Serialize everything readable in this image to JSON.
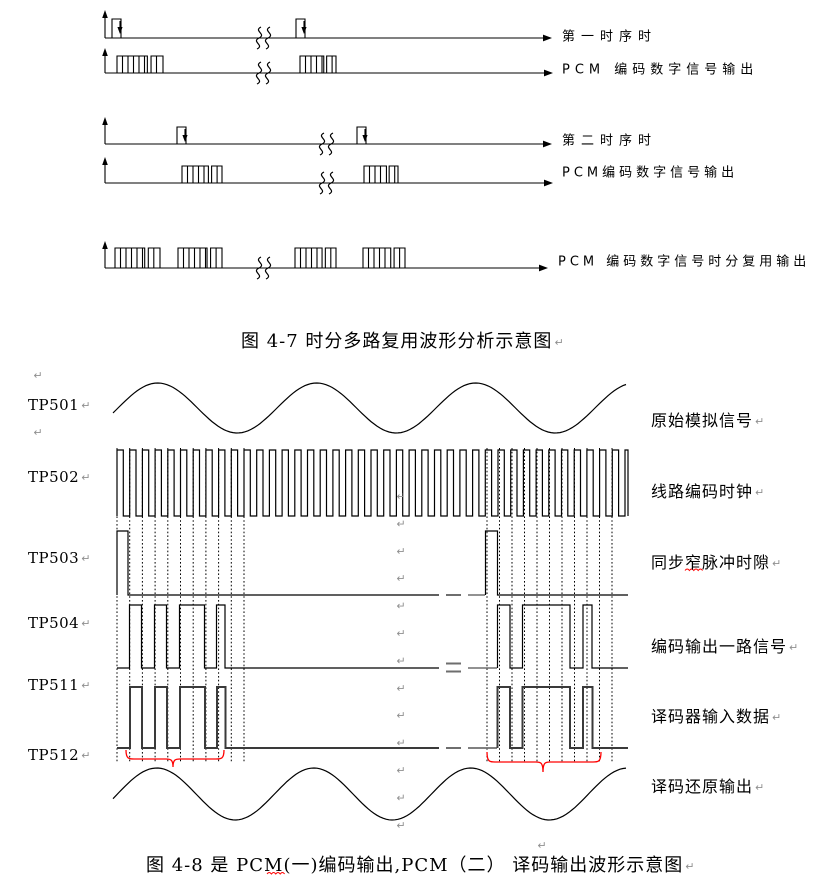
{
  "figure47": {
    "caption": "图 4-7  时分多路复用波形分析示意图",
    "row_labels": [
      "第一时序时",
      "PCM 编码数字信号输出",
      "第二时序时",
      "PCM编码数字信号输出",
      "PCM 编码数字信号时分复用输出"
    ]
  },
  "figure48": {
    "caption": "图 4-8 是  PCM(一)编码输出,PCM（二） 译码输出波形示意图",
    "test_points": [
      "TP501",
      "TP502",
      "TP503",
      "TP504",
      "TP511",
      "TP512"
    ],
    "signal_labels": [
      "原始模拟信号",
      "线路编码时钟",
      "同步窄脉冲时隙",
      "编码输出一路信号",
      "译码器输入数据",
      "译码还原输出"
    ]
  },
  "marks": {
    "pilcrow": "↵"
  },
  "colors": {
    "ink": "#000000",
    "accent_red": "#ff0000",
    "mark_gray": "#8f8f8f",
    "dash_gray": "#6e6e6e"
  }
}
